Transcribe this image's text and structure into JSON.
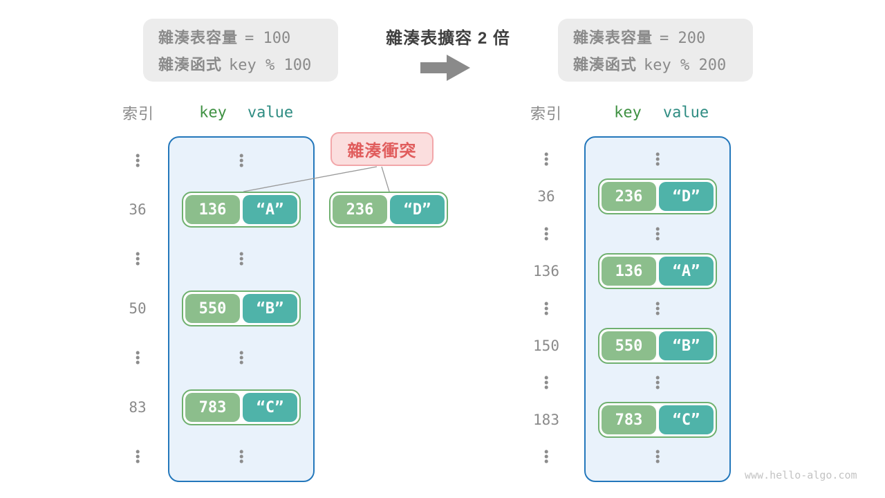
{
  "colors": {
    "key_green": "#8CBE8C",
    "value_teal": "#4FB3A9",
    "pair_border_green": "#6FB06F",
    "bucket_fill_blue": "#E9F2FB",
    "bucket_border_blue": "#2377BB",
    "header_key_green": "#3F9142",
    "header_value_teal": "#2E8C82",
    "collision_red": "#E05C5C",
    "collision_bg_pink": "#FBDEDE",
    "gray_text": "#8A8A8A",
    "title_dark": "#3F3F3F",
    "infobox_bg": "#ECECEC"
  },
  "before_box": {
    "line1_label": "雜湊表容量",
    "line1_value": "= 100",
    "line2_label": "雜湊函式",
    "line2_value": "key % 100"
  },
  "after_box": {
    "line1_label": "雜湊表容量",
    "line1_value": "= 200",
    "line2_label": "雜湊函式",
    "line2_value": "key % 200"
  },
  "transition": {
    "title": "雜湊表擴容 2 倍",
    "arrow_icon": "right-block-arrow"
  },
  "collision": {
    "label": "雜湊衝突",
    "pair": {
      "key": "236",
      "value": "“D”"
    }
  },
  "left_table": {
    "headers": {
      "index": "索引",
      "key": "key",
      "value": "value"
    },
    "rows": [
      {
        "type": "ellipsis"
      },
      {
        "type": "pair",
        "index": "36",
        "key": "136",
        "value": "“A”"
      },
      {
        "type": "ellipsis"
      },
      {
        "type": "pair",
        "index": "50",
        "key": "550",
        "value": "“B”"
      },
      {
        "type": "ellipsis"
      },
      {
        "type": "pair",
        "index": "83",
        "key": "783",
        "value": "“C”"
      },
      {
        "type": "ellipsis"
      }
    ]
  },
  "right_table": {
    "headers": {
      "index": "索引",
      "key": "key",
      "value": "value"
    },
    "rows": [
      {
        "type": "ellipsis"
      },
      {
        "type": "pair",
        "index": "36",
        "key": "236",
        "value": "“D”"
      },
      {
        "type": "ellipsis"
      },
      {
        "type": "pair",
        "index": "136",
        "key": "136",
        "value": "“A”"
      },
      {
        "type": "ellipsis"
      },
      {
        "type": "pair",
        "index": "150",
        "key": "550",
        "value": "“B”"
      },
      {
        "type": "ellipsis"
      },
      {
        "type": "pair",
        "index": "183",
        "key": "783",
        "value": "“C”"
      },
      {
        "type": "ellipsis"
      }
    ]
  },
  "watermark": "www.hello-algo.com"
}
